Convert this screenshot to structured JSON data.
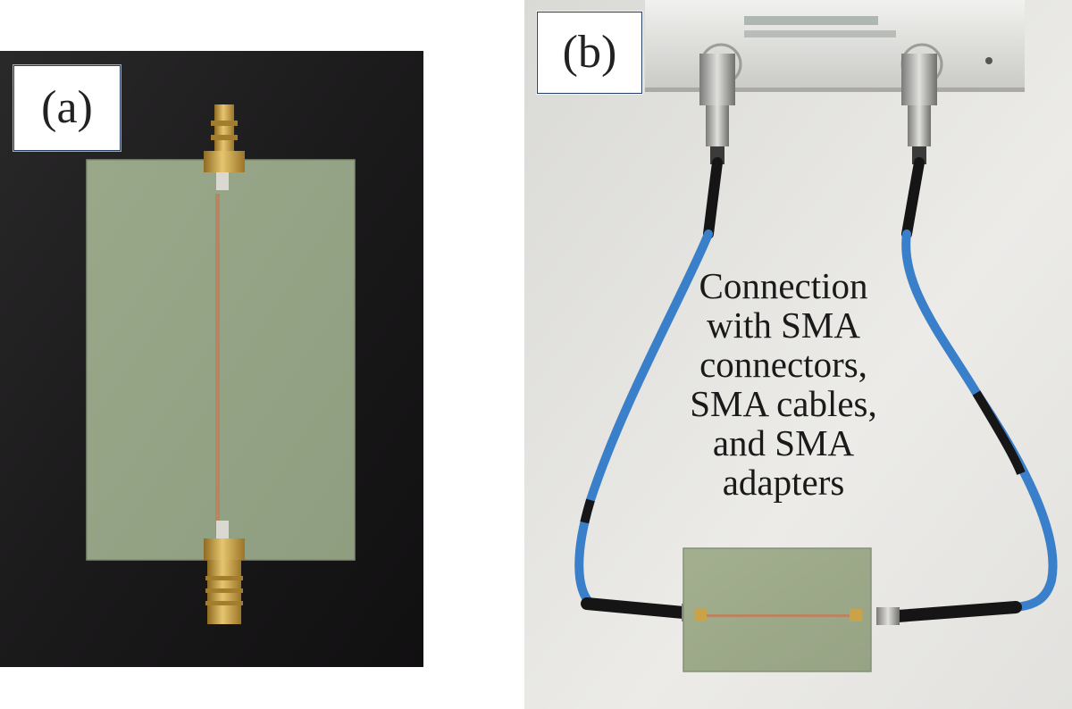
{
  "panels": [
    {
      "label": "(a)"
    },
    {
      "label": "(b)",
      "caption_lines": [
        "Connection",
        "with SMA",
        "connectors,",
        "SMA cables,",
        "and SMA",
        "adapters"
      ]
    }
  ],
  "colors": {
    "background_a": "#1c1b1c",
    "substrate": "#97a486",
    "microstrip": "#b88560",
    "connector_gold": "#c9a24a",
    "bench": "#e6e6e3",
    "cable_blue": "#3a7fc9",
    "cable_sleeve": "#161616"
  }
}
